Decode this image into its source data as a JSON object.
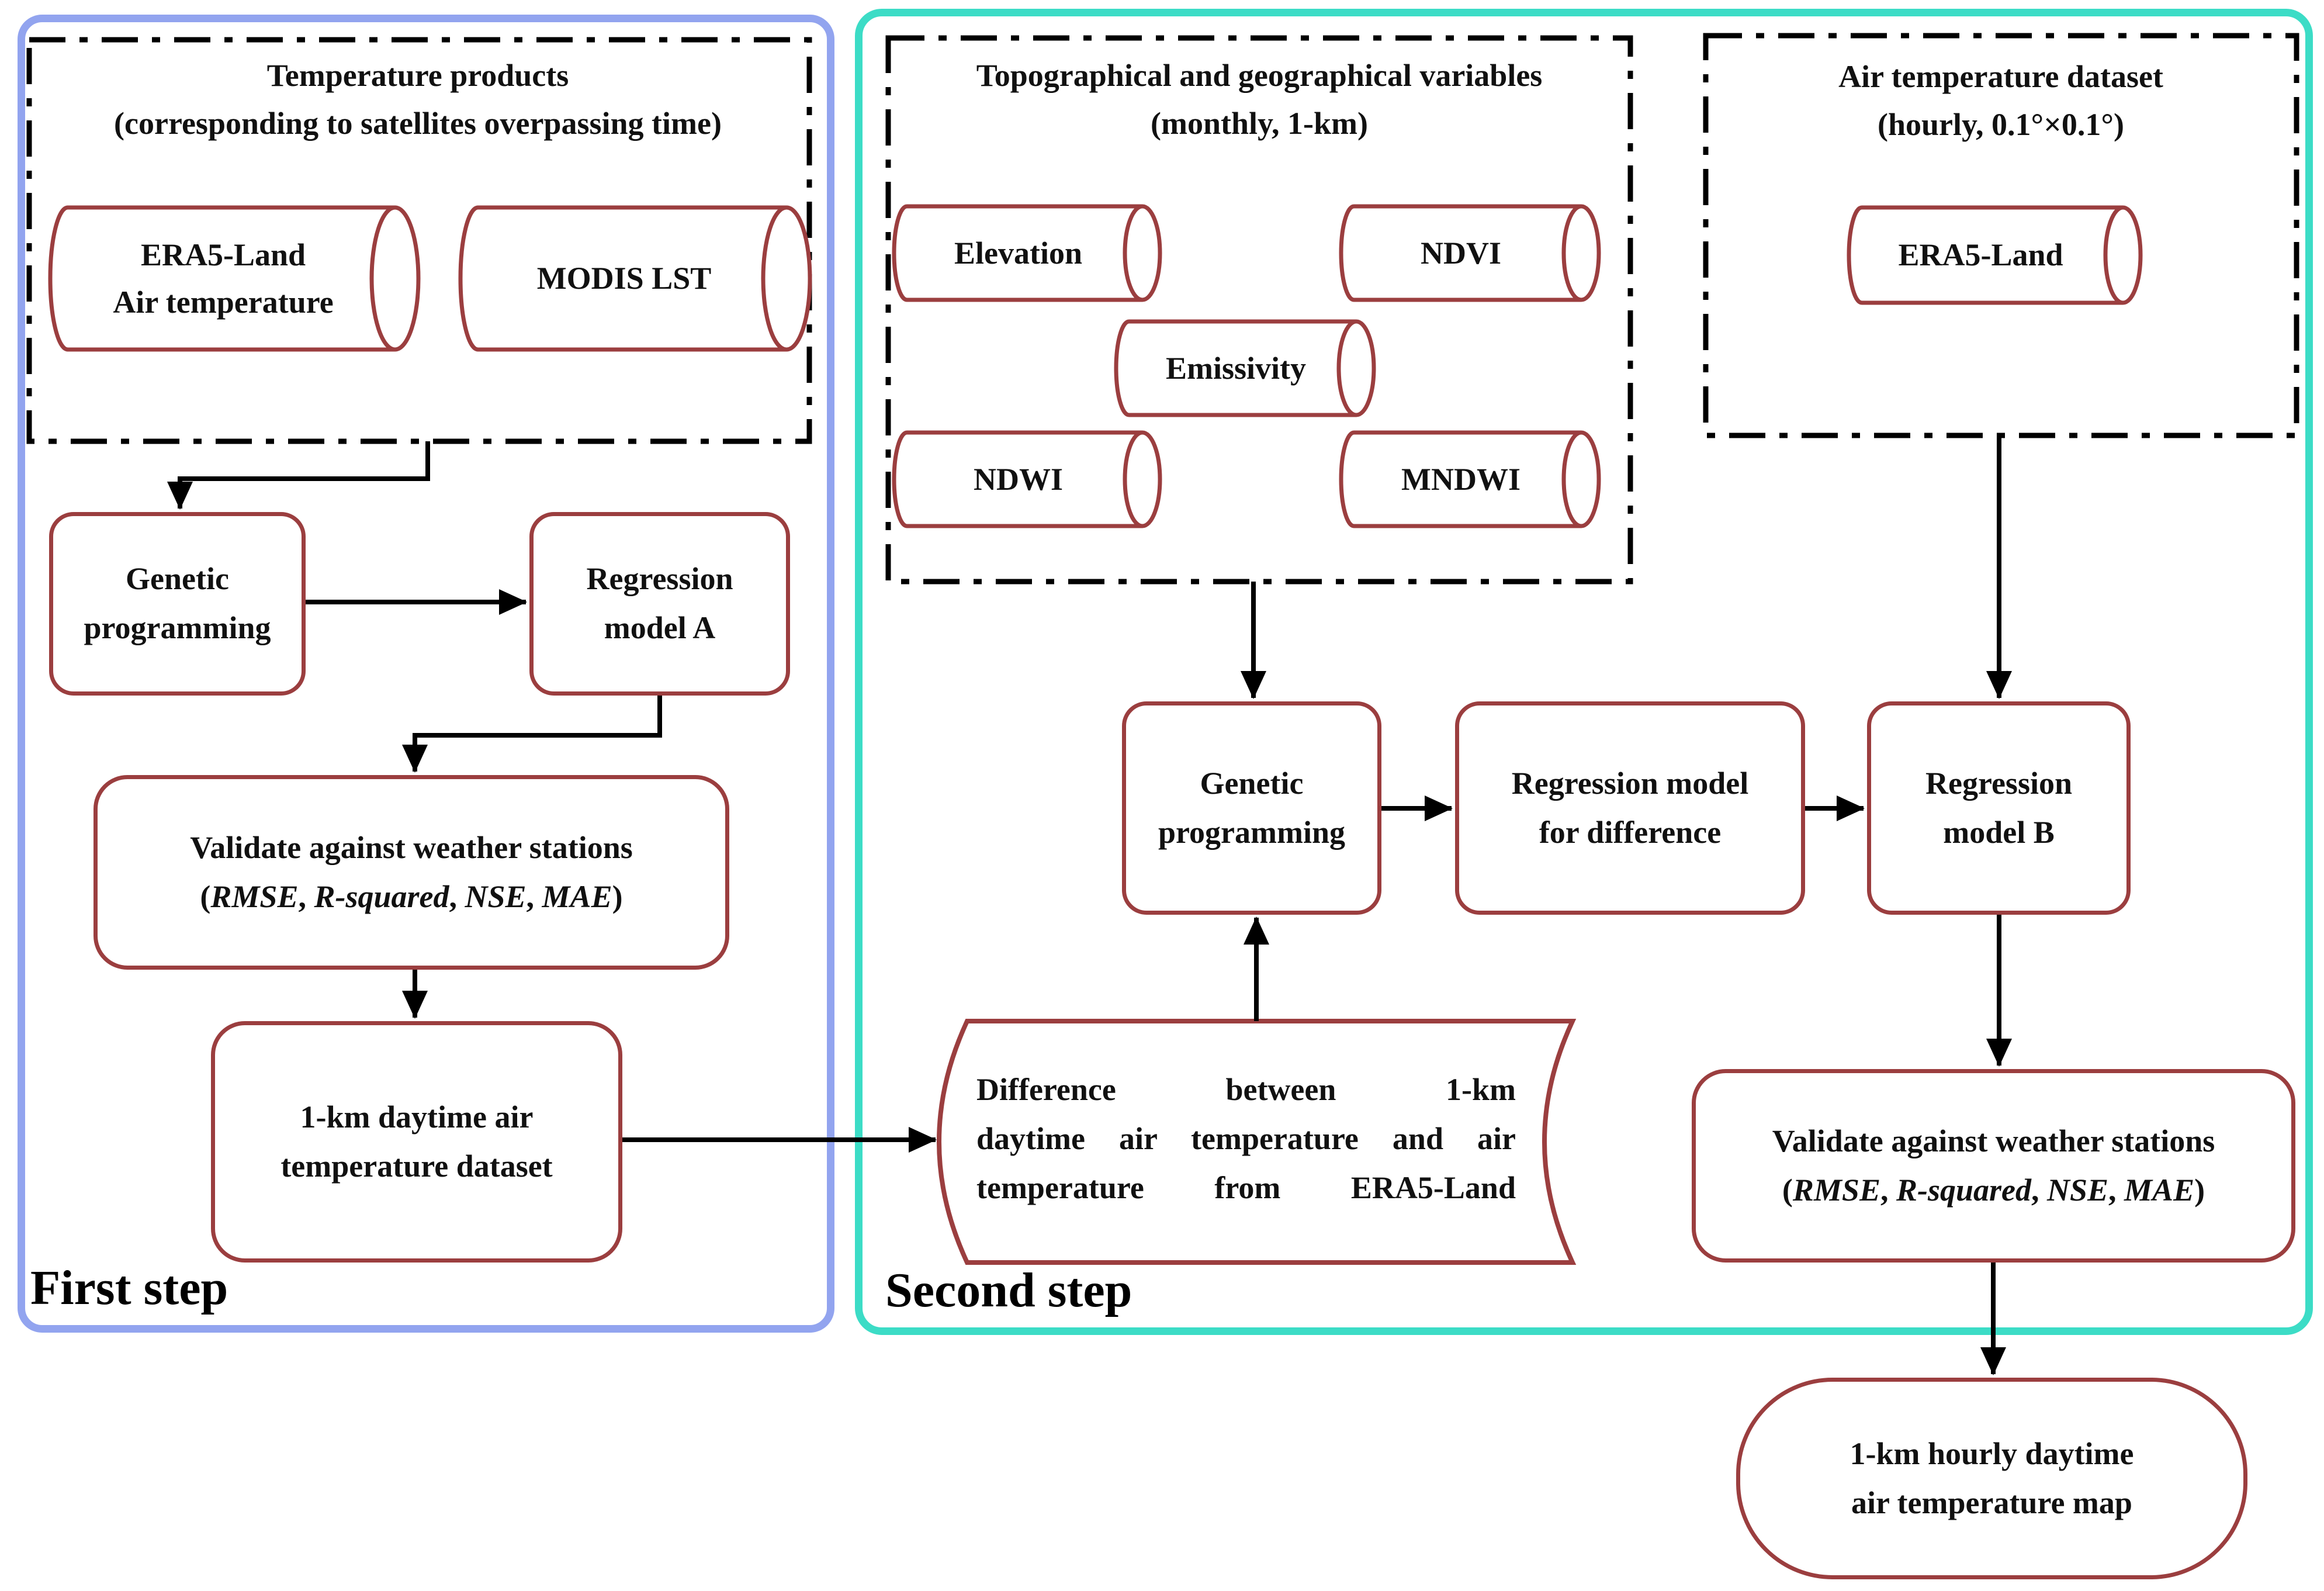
{
  "colors": {
    "node_border": "#9b3e3f",
    "first_step_container": "#92a4ef",
    "second_step_container": "#3cdcc6",
    "connector": "#000000",
    "dashed_border": "#000000",
    "text": "#111111"
  },
  "first_step": {
    "label": "First step",
    "inputs_box": {
      "title_line1": "Temperature products",
      "title_line2": "(corresponding to satellites overpassing time)",
      "era5_cylinder_line1": "ERA5-Land",
      "era5_cylinder_line2": "Air temperature",
      "modis_cylinder_label": "MODIS LST"
    },
    "genetic_programming": {
      "line1": "Genetic",
      "line2": "programming"
    },
    "regression_model_a": {
      "line1": "Regression",
      "line2": "model A"
    },
    "validate_box": {
      "line1": "Validate against weather stations",
      "paren_open": "(",
      "rmse": "RMSE",
      "sep1": ", ",
      "r_squared": "R-squared",
      "sep2": ", ",
      "nse": "NSE",
      "sep3": ", ",
      "mae": "MAE",
      "paren_close": ")"
    },
    "output_box": {
      "line1": "1-km daytime air",
      "line2": "temperature dataset"
    }
  },
  "second_step": {
    "label": "Second step",
    "topo_box": {
      "title_line1": "Topographical and geographical variables",
      "title_line2": "(monthly, 1-km)",
      "elevation_cylinder_label": "Elevation",
      "ndvi_cylinder_label": "NDVI",
      "emissivity_cylinder_label": "Emissivity",
      "ndwi_cylinder_label": "NDWI",
      "mndwi_cylinder_label": "MNDWI"
    },
    "air_temp_box": {
      "title_line1": "Air temperature dataset",
      "title_line2": "(hourly, 0.1°×0.1°)",
      "era5_cylinder_label": "ERA5-Land"
    },
    "genetic_programming": {
      "line1": "Genetic",
      "line2": "programming"
    },
    "regression_model_diff": {
      "line1": "Regression model",
      "line2": "for difference"
    },
    "regression_model_b": {
      "line1": "Regression",
      "line2": "model B"
    },
    "difference_note": {
      "line1": "Difference between 1-km",
      "line2": "daytime air temperature and air",
      "line3": "temperature from ERA5-Land"
    },
    "validate_box": {
      "line1": "Validate against weather stations",
      "paren_open": "(",
      "rmse": "RMSE",
      "sep1": ", ",
      "r_squared": "R-squared",
      "sep2": ", ",
      "nse": "NSE",
      "sep3": ", ",
      "mae": "MAE",
      "paren_close": ")"
    },
    "final_output": {
      "line1": "1-km hourly daytime",
      "line2": "air temperature map"
    }
  }
}
